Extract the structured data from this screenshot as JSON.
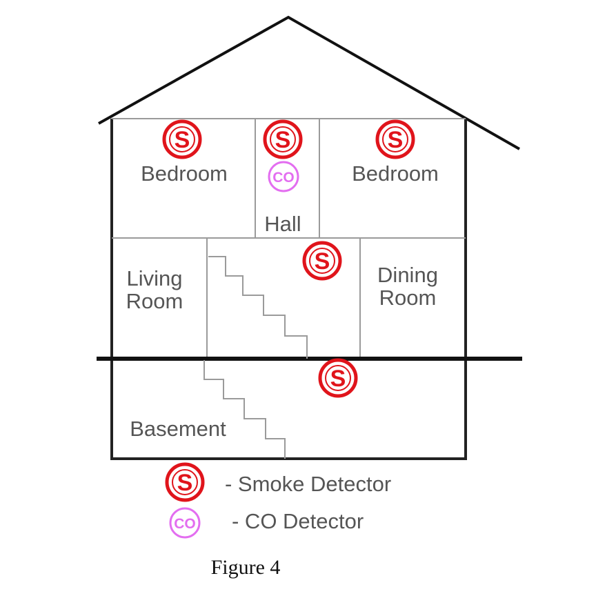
{
  "rooms": {
    "bedroom_left": "Bedroom",
    "hall": "Hall",
    "bedroom_right": "Bedroom",
    "living_room_line1": "Living",
    "living_room_line2": "Room",
    "dining_room_line1": "Dining",
    "dining_room_line2": "Room",
    "basement": "Basement"
  },
  "detectors": {
    "smoke_symbol": "S",
    "co_symbol": "CO"
  },
  "legend": {
    "smoke_label": "- Smoke Detector",
    "co_label": "- CO Detector"
  },
  "caption": "Figure 4",
  "colors": {
    "smoke": "#e0141b",
    "co": "#e36ef0",
    "structure": "#111111",
    "partition": "#9a9a9a",
    "text": "#555555"
  }
}
